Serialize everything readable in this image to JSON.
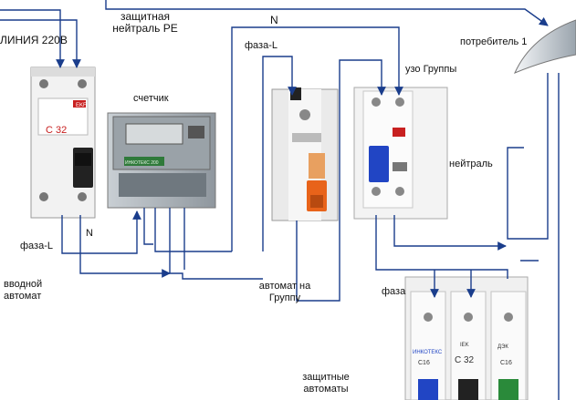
{
  "labels": {
    "line_220": "ЛИНИЯ  220В",
    "protective_neutral": "защитная нейтраль PE",
    "n_top": "N",
    "phase_l_top": "фаза-L",
    "consumer": "потребитель 1",
    "counter": "счетчик",
    "rcd_group": "узо Группы",
    "neutral": "нейтраль",
    "phase_l_left": "фаза-L",
    "n_left": "N",
    "input_breaker": "вводной автомат",
    "group_breaker": "автомат на Группу",
    "phase": "фаза",
    "protective_breakers": "защитные автоматы"
  },
  "devices": {
    "input_breaker_marking": "C 32",
    "input_breaker_brand": "EKF",
    "meter_brand": "ИНКОТЕКС 200",
    "protective_1_marking": "C16",
    "protective_1_brand": "ИНКОТЕКС",
    "protective_2_marking": "C 32",
    "protective_2_brand": "IEK",
    "protective_3_marking": "C16",
    "protective_3_brand": "ДЭК"
  },
  "colors": {
    "wire": "#1a3d8c",
    "orange_handle": "#e8631a",
    "blue_handle": "#2145c4",
    "green_handle": "#2a8a3a"
  }
}
